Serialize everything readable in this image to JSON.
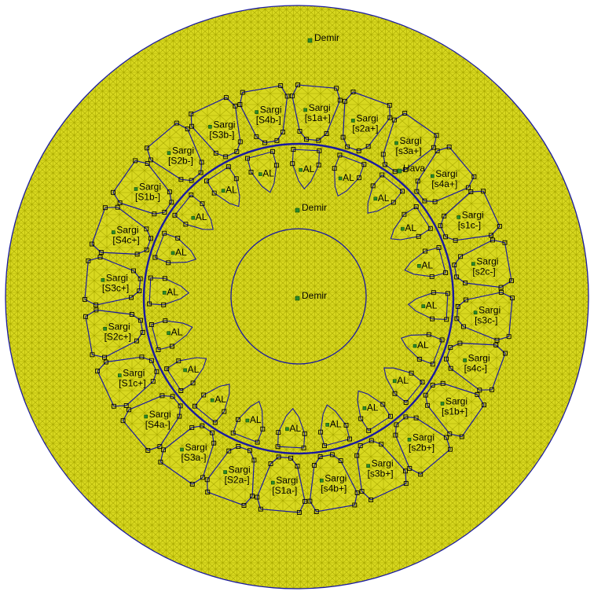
{
  "colors": {
    "mesh_fill": "#d8d820",
    "mesh_line": "#a9a900",
    "boundary": "#1a1aa0",
    "node": "#000000",
    "label_marker": "#2b8a2b",
    "text": "#000000"
  },
  "outer_region_label": "Demir",
  "airgap_label": "Hava",
  "rotor_label": "Demir",
  "shaft_label": "Demir",
  "stator_slots": [
    {
      "material": "Sargi",
      "circuit": "[s1a+]"
    },
    {
      "material": "Sargi",
      "circuit": "[s2a+]"
    },
    {
      "material": "Sargi",
      "circuit": "[s3a+]"
    },
    {
      "material": "Sargi",
      "circuit": "[s4a+]"
    },
    {
      "material": "Sargi",
      "circuit": "[s1c-]"
    },
    {
      "material": "Sargi",
      "circuit": "[s2c-]"
    },
    {
      "material": "Sargi",
      "circuit": "[s3c-]"
    },
    {
      "material": "Sargi",
      "circuit": "[s4c-]"
    },
    {
      "material": "Sargi",
      "circuit": "[s1b+]"
    },
    {
      "material": "Sargi",
      "circuit": "[s2b+]"
    },
    {
      "material": "Sargi",
      "circuit": "[s3b+]"
    },
    {
      "material": "Sargi",
      "circuit": "[s4b+]"
    },
    {
      "material": "Sargi",
      "circuit": "[S1a-]"
    },
    {
      "material": "Sargi",
      "circuit": "[S2a-]"
    },
    {
      "material": "Sargi",
      "circuit": "[S3a-]"
    },
    {
      "material": "Sargi",
      "circuit": "[S4a-]"
    },
    {
      "material": "Sargi",
      "circuit": "[S1c+]"
    },
    {
      "material": "Sargi",
      "circuit": "[S2c+]"
    },
    {
      "material": "Sargi",
      "circuit": "[S3c+]"
    },
    {
      "material": "Sargi",
      "circuit": "[S4c+]"
    },
    {
      "material": "Sargi",
      "circuit": "[S1b-]"
    },
    {
      "material": "Sargi",
      "circuit": "[S2b-]"
    },
    {
      "material": "Sargi",
      "circuit": "[S3b-]"
    },
    {
      "material": "Sargi",
      "circuit": "[S4b-]"
    }
  ],
  "rotor_bar_label": "AL",
  "rotor_bar_count": 20
}
